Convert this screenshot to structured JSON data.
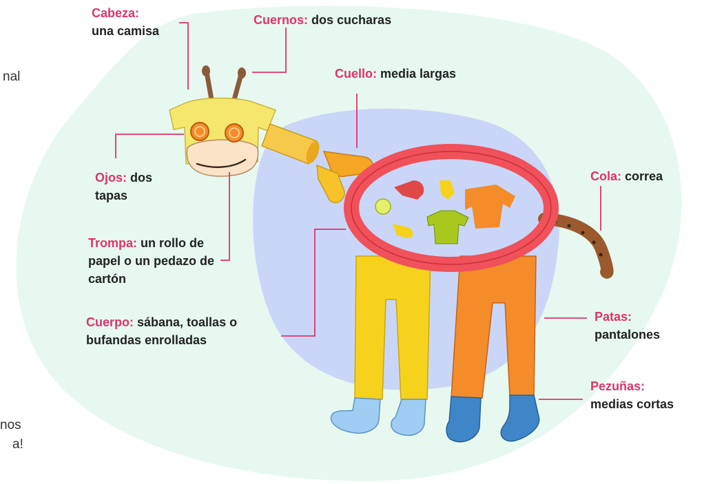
{
  "edge_text": {
    "line1": "nal",
    "line2": "nos",
    "line3": "a!"
  },
  "labels": {
    "cabeza": {
      "term": "Cabeza:",
      "desc": "una camisa"
    },
    "cuernos": {
      "term": "Cuernos:",
      "desc": "dos cucharas"
    },
    "cuello": {
      "term": "Cuello:",
      "desc": "media largas"
    },
    "ojos": {
      "term": "Ojos:",
      "desc": "dos tapas"
    },
    "trompa": {
      "term": "Trompa:",
      "desc": "un rollo de papel o un pedazo de cartón"
    },
    "cuerpo": {
      "term": "Cuerpo:",
      "desc": "sábana, toallas o bufandas enrolladas"
    },
    "cola": {
      "term": "Cola:",
      "desc": "correa"
    },
    "patas": {
      "term": "Patas:",
      "desc": "pantalones"
    },
    "pezunas": {
      "term": "Pezuñas:",
      "desc": "medias cortas"
    }
  },
  "colors": {
    "accent": "#e0336a",
    "mint_bg": "#e6f8ef",
    "blue_bg": "#c9d6f8",
    "yellow": "#f7d21c",
    "orange": "#f58c2a",
    "red": "#f0515a",
    "brown": "#9b5a2e",
    "sock_light": "#9fcdf3",
    "sock_dark": "#3f86c9",
    "green": "#a9c81e"
  }
}
